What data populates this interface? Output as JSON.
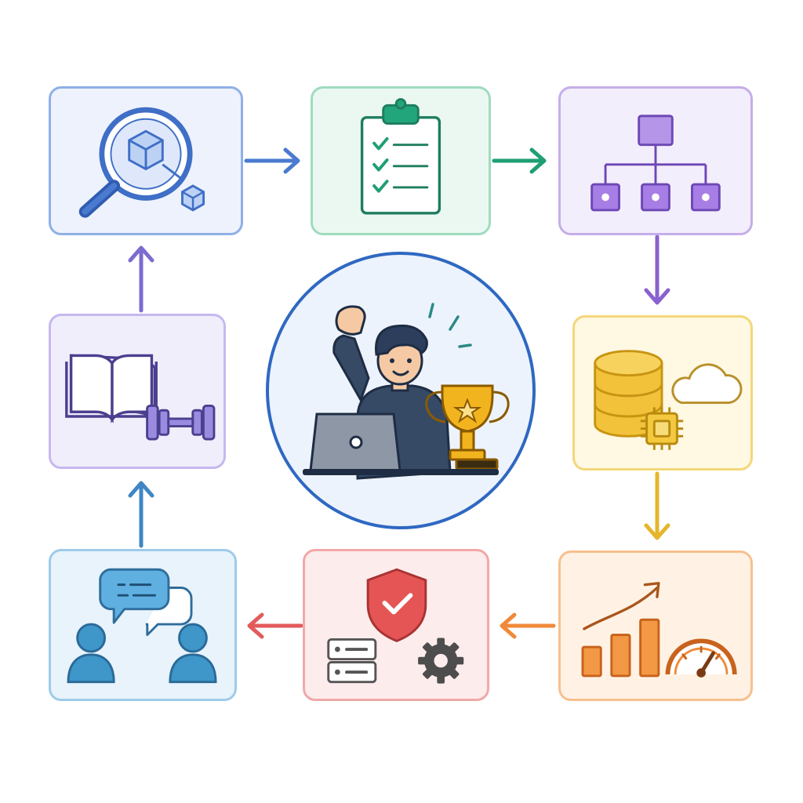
{
  "colors": {
    "research": "#4a7bd0",
    "checklist": "#1f9e74",
    "architecture": "#8a62cf",
    "data": "#e6b52b",
    "performance": "#f08a3a",
    "security": "#e25b5b",
    "collaboration": "#3f86c4",
    "learning": "#7b6cd0",
    "hub": "#2f68c2"
  },
  "steps": [
    {
      "id": "research",
      "icon": "magnifier-cube-icon"
    },
    {
      "id": "checklist",
      "icon": "clipboard-checklist-icon"
    },
    {
      "id": "architecture",
      "icon": "hierarchy-icon"
    },
    {
      "id": "data",
      "icon": "database-cloud-chip-icon"
    },
    {
      "id": "performance",
      "icon": "growth-chart-gauge-icon"
    },
    {
      "id": "security",
      "icon": "shield-server-gear-icon"
    },
    {
      "id": "collaboration",
      "icon": "people-chat-icon"
    },
    {
      "id": "learning",
      "icon": "book-dumbbell-icon"
    }
  ],
  "hub": {
    "icon": "developer-celebrating-trophy-icon"
  }
}
